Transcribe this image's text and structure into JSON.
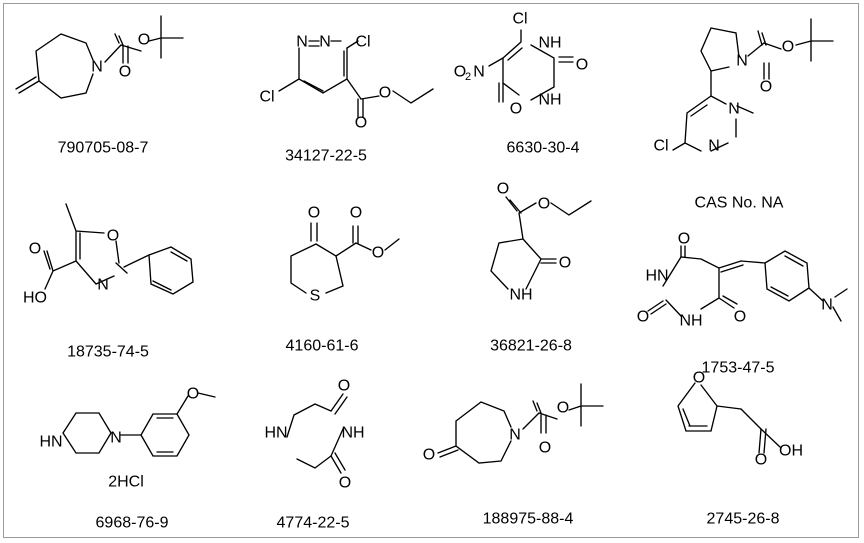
{
  "compounds": [
    {
      "cas": "790705-08-7"
    },
    {
      "cas": "34127-22-5"
    },
    {
      "cas": "6630-30-4"
    },
    {
      "cas": "CAS No. NA"
    },
    {
      "cas": "18735-74-5"
    },
    {
      "cas": "4160-61-6"
    },
    {
      "cas": "36821-26-8"
    },
    {
      "cas": "1753-47-5"
    },
    {
      "cas": "6968-76-9",
      "salt": "2HCl"
    },
    {
      "cas": "4774-22-5"
    },
    {
      "cas": "188975-88-4"
    },
    {
      "cas": "2745-26-8"
    }
  ],
  "atoms": {
    "N": "N",
    "O": "O",
    "S": "S",
    "Cl": "Cl",
    "NH": "NH",
    "HN": "HN",
    "HO": "HO",
    "OH": "OH",
    "no2_O": "O",
    "no2_sub": "2",
    "no2_N": "N"
  }
}
